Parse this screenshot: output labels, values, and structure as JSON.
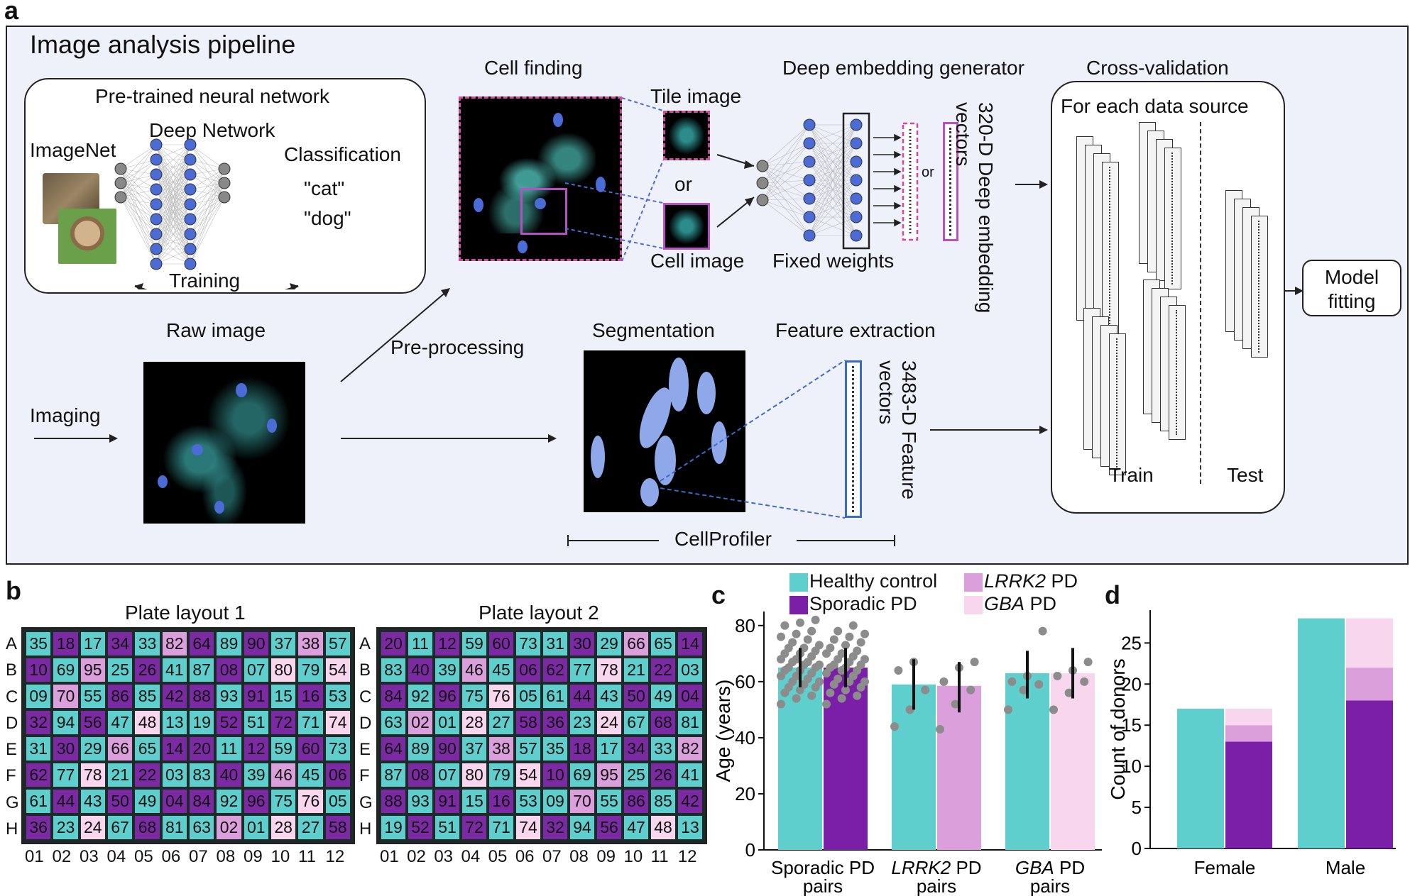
{
  "panel_a": {
    "label": "a",
    "title": "Image analysis pipeline",
    "pretrained": {
      "title": "Pre-trained neural network",
      "imagenet": "ImageNet",
      "deep_network": "Deep Network",
      "classification": "Classification",
      "out1": "\"cat\"",
      "out2": "\"dog\"",
      "training": "Training"
    },
    "cell_finding": "Cell finding",
    "tile_image": "Tile image",
    "or1": "or",
    "cell_image": "Cell image",
    "deep_embedding_generator": "Deep embedding generator",
    "fixed_weights": "Fixed weights",
    "or2": "or",
    "vectors_320": "320-D Deep embedding vectors",
    "cross_validation": "Cross-validation",
    "for_each": "For each data source",
    "train": "Train",
    "test": "Test",
    "model_fitting_1": "Model",
    "model_fitting_2": "fitting",
    "raw_image": "Raw image",
    "imaging": "Imaging",
    "preprocessing": "Pre-processing",
    "segmentation": "Segmentation",
    "feature_extraction": "Feature extraction",
    "vectors_3483": "3483-D Feature vectors",
    "cellprofiler": "CellProfiler"
  },
  "panel_b": {
    "label": "b",
    "plate1_title": "Plate layout 1",
    "plate2_title": "Plate layout 2",
    "rows": [
      "A",
      "B",
      "C",
      "D",
      "E",
      "F",
      "G",
      "H"
    ],
    "cols": [
      "01",
      "02",
      "03",
      "04",
      "05",
      "06",
      "07",
      "08",
      "09",
      "10",
      "11",
      "12"
    ],
    "colors": {
      "T": "#5ecfcc",
      "P": "#7c2aa4",
      "L": "#dba0dc",
      "G": "#f7d6ee"
    },
    "plate1": [
      [
        [
          "35",
          "T"
        ],
        [
          "18",
          "P"
        ],
        [
          "17",
          "T"
        ],
        [
          "34",
          "P"
        ],
        [
          "33",
          "T"
        ],
        [
          "82",
          "L"
        ],
        [
          "64",
          "P"
        ],
        [
          "89",
          "T"
        ],
        [
          "90",
          "P"
        ],
        [
          "37",
          "T"
        ],
        [
          "38",
          "L"
        ],
        [
          "57",
          "T"
        ]
      ],
      [
        [
          "10",
          "P"
        ],
        [
          "69",
          "T"
        ],
        [
          "95",
          "L"
        ],
        [
          "25",
          "T"
        ],
        [
          "26",
          "P"
        ],
        [
          "41",
          "T"
        ],
        [
          "87",
          "T"
        ],
        [
          "08",
          "P"
        ],
        [
          "07",
          "T"
        ],
        [
          "80",
          "G"
        ],
        [
          "79",
          "T"
        ],
        [
          "54",
          "G"
        ]
      ],
      [
        [
          "09",
          "T"
        ],
        [
          "70",
          "L"
        ],
        [
          "55",
          "T"
        ],
        [
          "86",
          "P"
        ],
        [
          "85",
          "T"
        ],
        [
          "42",
          "P"
        ],
        [
          "88",
          "P"
        ],
        [
          "93",
          "T"
        ],
        [
          "91",
          "P"
        ],
        [
          "15",
          "T"
        ],
        [
          "16",
          "P"
        ],
        [
          "53",
          "T"
        ]
      ],
      [
        [
          "32",
          "P"
        ],
        [
          "94",
          "T"
        ],
        [
          "56",
          "P"
        ],
        [
          "47",
          "T"
        ],
        [
          "48",
          "G"
        ],
        [
          "13",
          "T"
        ],
        [
          "19",
          "T"
        ],
        [
          "52",
          "P"
        ],
        [
          "51",
          "T"
        ],
        [
          "72",
          "P"
        ],
        [
          "71",
          "T"
        ],
        [
          "74",
          "G"
        ]
      ],
      [
        [
          "31",
          "T"
        ],
        [
          "30",
          "P"
        ],
        [
          "29",
          "T"
        ],
        [
          "66",
          "L"
        ],
        [
          "65",
          "T"
        ],
        [
          "14",
          "P"
        ],
        [
          "20",
          "P"
        ],
        [
          "11",
          "T"
        ],
        [
          "12",
          "P"
        ],
        [
          "59",
          "T"
        ],
        [
          "60",
          "P"
        ],
        [
          "73",
          "T"
        ]
      ],
      [
        [
          "62",
          "P"
        ],
        [
          "77",
          "T"
        ],
        [
          "78",
          "G"
        ],
        [
          "21",
          "T"
        ],
        [
          "22",
          "P"
        ],
        [
          "03",
          "T"
        ],
        [
          "83",
          "T"
        ],
        [
          "40",
          "P"
        ],
        [
          "39",
          "T"
        ],
        [
          "46",
          "L"
        ],
        [
          "45",
          "T"
        ],
        [
          "06",
          "P"
        ]
      ],
      [
        [
          "61",
          "T"
        ],
        [
          "44",
          "P"
        ],
        [
          "43",
          "T"
        ],
        [
          "50",
          "P"
        ],
        [
          "49",
          "T"
        ],
        [
          "04",
          "P"
        ],
        [
          "84",
          "P"
        ],
        [
          "92",
          "T"
        ],
        [
          "96",
          "P"
        ],
        [
          "75",
          "T"
        ],
        [
          "76",
          "G"
        ],
        [
          "05",
          "T"
        ]
      ],
      [
        [
          "36",
          "P"
        ],
        [
          "23",
          "T"
        ],
        [
          "24",
          "G"
        ],
        [
          "67",
          "T"
        ],
        [
          "68",
          "P"
        ],
        [
          "81",
          "T"
        ],
        [
          "63",
          "T"
        ],
        [
          "02",
          "L"
        ],
        [
          "01",
          "T"
        ],
        [
          "28",
          "G"
        ],
        [
          "27",
          "T"
        ],
        [
          "58",
          "P"
        ]
      ]
    ],
    "plate2": [
      [
        [
          "20",
          "P"
        ],
        [
          "11",
          "T"
        ],
        [
          "12",
          "P"
        ],
        [
          "59",
          "T"
        ],
        [
          "60",
          "P"
        ],
        [
          "73",
          "T"
        ],
        [
          "31",
          "T"
        ],
        [
          "30",
          "P"
        ],
        [
          "29",
          "T"
        ],
        [
          "66",
          "L"
        ],
        [
          "65",
          "T"
        ],
        [
          "14",
          "P"
        ]
      ],
      [
        [
          "83",
          "T"
        ],
        [
          "40",
          "P"
        ],
        [
          "39",
          "T"
        ],
        [
          "46",
          "L"
        ],
        [
          "45",
          "T"
        ],
        [
          "06",
          "P"
        ],
        [
          "62",
          "P"
        ],
        [
          "77",
          "T"
        ],
        [
          "78",
          "G"
        ],
        [
          "21",
          "T"
        ],
        [
          "22",
          "P"
        ],
        [
          "03",
          "T"
        ]
      ],
      [
        [
          "84",
          "P"
        ],
        [
          "92",
          "T"
        ],
        [
          "96",
          "P"
        ],
        [
          "75",
          "T"
        ],
        [
          "76",
          "G"
        ],
        [
          "05",
          "T"
        ],
        [
          "61",
          "T"
        ],
        [
          "44",
          "P"
        ],
        [
          "43",
          "T"
        ],
        [
          "50",
          "P"
        ],
        [
          "49",
          "T"
        ],
        [
          "04",
          "P"
        ]
      ],
      [
        [
          "63",
          "T"
        ],
        [
          "02",
          "L"
        ],
        [
          "01",
          "T"
        ],
        [
          "28",
          "G"
        ],
        [
          "27",
          "T"
        ],
        [
          "58",
          "P"
        ],
        [
          "36",
          "P"
        ],
        [
          "23",
          "T"
        ],
        [
          "24",
          "G"
        ],
        [
          "67",
          "T"
        ],
        [
          "68",
          "P"
        ],
        [
          "81",
          "T"
        ]
      ],
      [
        [
          "64",
          "P"
        ],
        [
          "89",
          "T"
        ],
        [
          "90",
          "P"
        ],
        [
          "37",
          "T"
        ],
        [
          "38",
          "L"
        ],
        [
          "57",
          "T"
        ],
        [
          "35",
          "T"
        ],
        [
          "18",
          "P"
        ],
        [
          "17",
          "T"
        ],
        [
          "34",
          "P"
        ],
        [
          "33",
          "T"
        ],
        [
          "82",
          "L"
        ]
      ],
      [
        [
          "87",
          "T"
        ],
        [
          "08",
          "P"
        ],
        [
          "07",
          "T"
        ],
        [
          "80",
          "G"
        ],
        [
          "79",
          "T"
        ],
        [
          "54",
          "G"
        ],
        [
          "10",
          "P"
        ],
        [
          "69",
          "T"
        ],
        [
          "95",
          "L"
        ],
        [
          "25",
          "T"
        ],
        [
          "26",
          "P"
        ],
        [
          "41",
          "T"
        ]
      ],
      [
        [
          "88",
          "P"
        ],
        [
          "93",
          "T"
        ],
        [
          "91",
          "P"
        ],
        [
          "15",
          "T"
        ],
        [
          "16",
          "P"
        ],
        [
          "53",
          "T"
        ],
        [
          "09",
          "T"
        ],
        [
          "70",
          "L"
        ],
        [
          "55",
          "T"
        ],
        [
          "86",
          "P"
        ],
        [
          "85",
          "T"
        ],
        [
          "42",
          "P"
        ]
      ],
      [
        [
          "19",
          "T"
        ],
        [
          "52",
          "P"
        ],
        [
          "51",
          "T"
        ],
        [
          "72",
          "P"
        ],
        [
          "71",
          "T"
        ],
        [
          "74",
          "G"
        ],
        [
          "32",
          "P"
        ],
        [
          "94",
          "T"
        ],
        [
          "56",
          "P"
        ],
        [
          "47",
          "T"
        ],
        [
          "48",
          "G"
        ],
        [
          "13",
          "T"
        ]
      ]
    ]
  },
  "legend": {
    "healthy": "Healthy control",
    "sporadic": "Sporadic PD",
    "lrrk2_gene": "LRRK2",
    "gba_gene": "GBA",
    "pd_suffix": " PD"
  },
  "chart_data": [
    {
      "panel": "c",
      "type": "bar",
      "ylabel": "Age (years)",
      "ylim": [
        0,
        85
      ],
      "yticks": [
        0,
        20,
        40,
        60,
        80
      ],
      "groups": [
        {
          "label_gene": "Sporadic PD",
          "label_rest": "",
          "label_line2": "pairs"
        },
        {
          "label_gene": "LRRK2",
          "label_rest": " PD",
          "label_line2": "pairs"
        },
        {
          "label_gene": "GBA",
          "label_rest": " PD",
          "label_line2": "pairs"
        }
      ],
      "bars": [
        {
          "group": 0,
          "series": "Healthy control",
          "value": 65,
          "err": [
            58,
            72
          ],
          "color": "#5ecfcc"
        },
        {
          "group": 0,
          "series": "Sporadic PD",
          "value": 65,
          "err": [
            58,
            72
          ],
          "color": "#7c1fa8"
        },
        {
          "group": 1,
          "series": "Healthy control",
          "value": 59,
          "err": [
            50,
            68
          ],
          "color": "#5ecfcc"
        },
        {
          "group": 1,
          "series": "LRRK2 PD",
          "value": 58.5,
          "err": [
            49,
            67
          ],
          "color": "#dba0dc"
        },
        {
          "group": 2,
          "series": "Healthy control",
          "value": 63,
          "err": [
            54,
            71
          ],
          "color": "#5ecfcc"
        },
        {
          "group": 2,
          "series": "GBA PD",
          "value": 63,
          "err": [
            54,
            72
          ],
          "color": "#f7d6ee"
        }
      ],
      "points": [
        {
          "bar": 0,
          "y": [
            52,
            54,
            55,
            56,
            57,
            58,
            58,
            59,
            60,
            60,
            61,
            62,
            62,
            63,
            64,
            64,
            65,
            65,
            66,
            66,
            67,
            67,
            68,
            68,
            69,
            70,
            70,
            71,
            72,
            72,
            73,
            74,
            75,
            76,
            77,
            78,
            80,
            81,
            82
          ]
        },
        {
          "bar": 1,
          "y": [
            52,
            54,
            55,
            56,
            57,
            58,
            59,
            60,
            60,
            61,
            62,
            63,
            64,
            64,
            65,
            65,
            66,
            66,
            67,
            68,
            68,
            69,
            70,
            70,
            71,
            72,
            73,
            74,
            75,
            76,
            77,
            78,
            80
          ]
        },
        {
          "bar": 2,
          "y": [
            44,
            50,
            57,
            64,
            67
          ]
        },
        {
          "bar": 3,
          "y": [
            43,
            52,
            57,
            60,
            65,
            67
          ]
        },
        {
          "bar": 4,
          "y": [
            50,
            57,
            59,
            60,
            62,
            78
          ]
        },
        {
          "bar": 5,
          "y": [
            50,
            56,
            60,
            62,
            64,
            67
          ]
        }
      ]
    },
    {
      "panel": "d",
      "type": "bar",
      "ylabel": "Count of donors",
      "ylim": [
        0,
        29
      ],
      "yticks": [
        0,
        5,
        10,
        15,
        20,
        25
      ],
      "categories": [
        "Female",
        "Male"
      ],
      "series": [
        {
          "name": "Healthy control",
          "values": [
            17,
            28
          ],
          "color": "#5ecfcc"
        },
        {
          "name": "Sporadic PD",
          "values": [
            13,
            18
          ],
          "color": "#7c1fa8"
        },
        {
          "name": "LRRK2 PD",
          "values": [
            2,
            4
          ],
          "color": "#dba0dc"
        },
        {
          "name": "GBA PD",
          "values": [
            2,
            6
          ],
          "color": "#f7d6ee"
        }
      ]
    }
  ]
}
